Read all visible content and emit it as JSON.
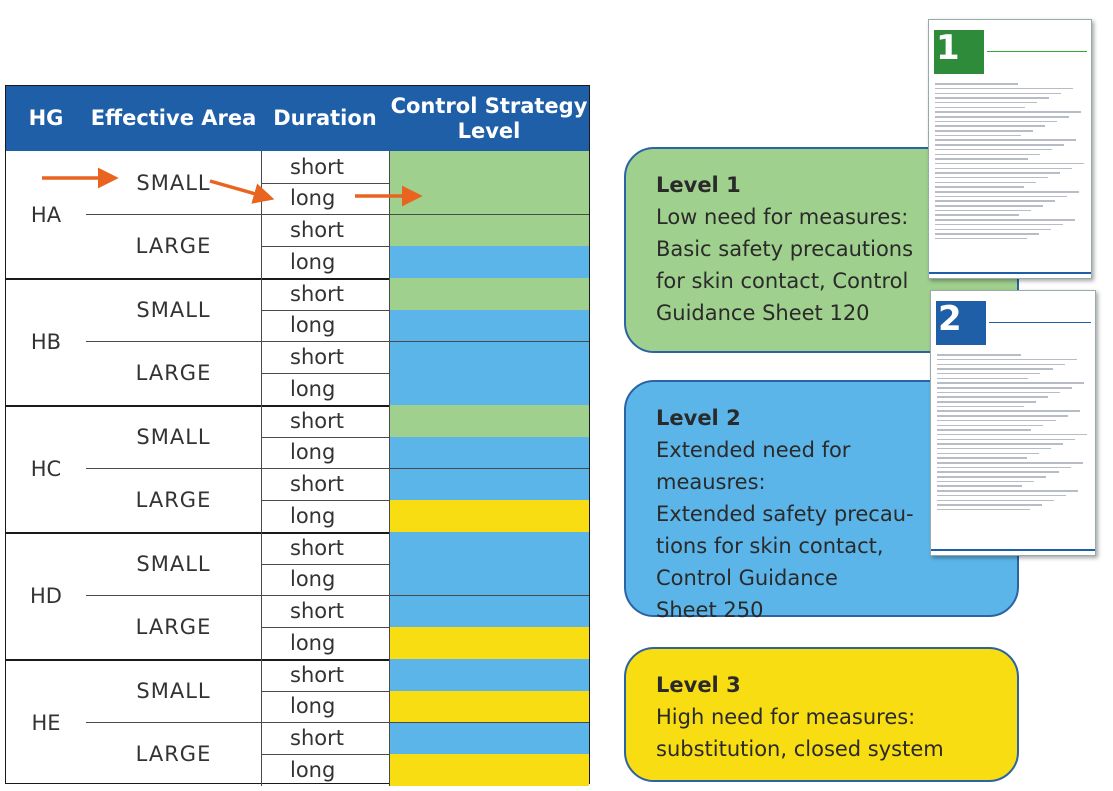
{
  "table": {
    "headers": {
      "hg": "HG",
      "area": "Effective Area",
      "duration": "Duration",
      "level_line1": "Control Strategy",
      "level_line2": "Level"
    },
    "groups": [
      {
        "hg": "HA",
        "areas": [
          {
            "name": "SMALL",
            "rows": [
              {
                "duration": "short",
                "level": 1
              },
              {
                "duration": "long",
                "level": 1
              }
            ]
          },
          {
            "name": "LARGE",
            "rows": [
              {
                "duration": "short",
                "level": 1
              },
              {
                "duration": "long",
                "level": 2
              }
            ]
          }
        ]
      },
      {
        "hg": "HB",
        "areas": [
          {
            "name": "SMALL",
            "rows": [
              {
                "duration": "short",
                "level": 1
              },
              {
                "duration": "long",
                "level": 2
              }
            ]
          },
          {
            "name": "LARGE",
            "rows": [
              {
                "duration": "short",
                "level": 2
              },
              {
                "duration": "long",
                "level": 2
              }
            ]
          }
        ]
      },
      {
        "hg": "HC",
        "areas": [
          {
            "name": "SMALL",
            "rows": [
              {
                "duration": "short",
                "level": 1
              },
              {
                "duration": "long",
                "level": 2
              }
            ]
          },
          {
            "name": "LARGE",
            "rows": [
              {
                "duration": "short",
                "level": 2
              },
              {
                "duration": "long",
                "level": 3
              }
            ]
          }
        ]
      },
      {
        "hg": "HD",
        "areas": [
          {
            "name": "SMALL",
            "rows": [
              {
                "duration": "short",
                "level": 2
              },
              {
                "duration": "long",
                "level": 2
              }
            ]
          },
          {
            "name": "LARGE",
            "rows": [
              {
                "duration": "short",
                "level": 2
              },
              {
                "duration": "long",
                "level": 3
              }
            ]
          }
        ]
      },
      {
        "hg": "HE",
        "areas": [
          {
            "name": "SMALL",
            "rows": [
              {
                "duration": "short",
                "level": 2
              },
              {
                "duration": "long",
                "level": 3
              }
            ]
          },
          {
            "name": "LARGE",
            "rows": [
              {
                "duration": "short",
                "level": 2
              },
              {
                "duration": "long",
                "level": 3
              }
            ]
          }
        ]
      }
    ]
  },
  "level_colors": {
    "1": "#a0d08e",
    "2": "#5cb5e9",
    "3": "#f7dd12"
  },
  "header_color": "#1f5fa8",
  "arrow_color": "#e9641f",
  "levels": [
    {
      "title": "Level 1",
      "lines": [
        "Low need for measures:",
        "Basic safety precautions",
        "for skin contact, Control",
        "Guidance Sheet 120"
      ]
    },
    {
      "title": "Level 2",
      "lines": [
        "Extended need for",
        "meausres:",
        "Extended safety precau-",
        "tions for skin contact,",
        "Control Guidance",
        "Sheet 250"
      ]
    },
    {
      "title": "Level 3",
      "lines": [
        "High need for measures:",
        "substitution, closed system"
      ]
    }
  ]
}
